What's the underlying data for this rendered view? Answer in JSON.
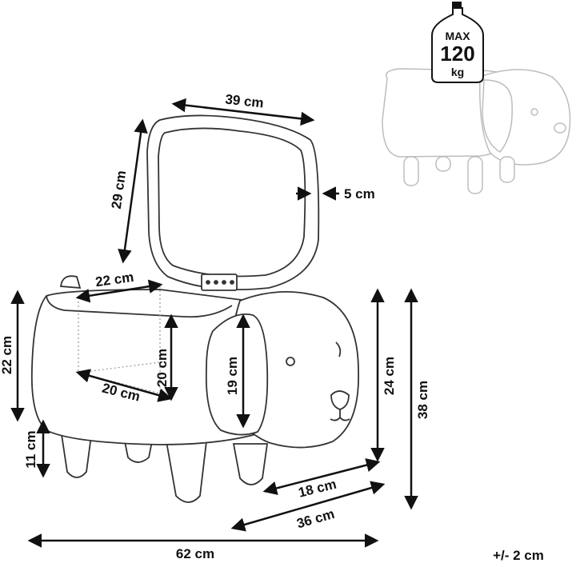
{
  "weight_badge": {
    "max": "MAX",
    "value": "120",
    "unit": "kg"
  },
  "dimensions": {
    "lid_width": "39 cm",
    "lid_height": "29 cm",
    "lid_thickness": "5 cm",
    "inner_width": "22 cm",
    "inner_height": "20 cm",
    "inner_depth": "20 cm",
    "body_height": "22 cm",
    "head_height": "19 cm",
    "front_height": "24 cm",
    "total_height": "38 cm",
    "leg_height": "11 cm",
    "head_depth": "18 cm",
    "total_depth": "36 cm",
    "total_length": "62 cm"
  },
  "tolerance": "+/- 2 cm"
}
